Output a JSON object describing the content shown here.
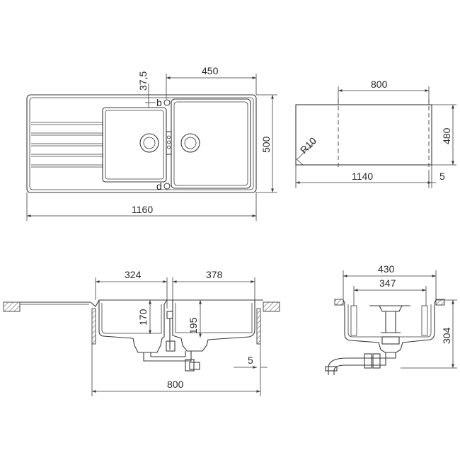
{
  "top_view": {
    "dim_450": "450",
    "dim_37_5": "37,5",
    "dim_500": "500",
    "dim_1160": "1160",
    "label_b": "b",
    "label_d": "d"
  },
  "cutout_view": {
    "dim_800": "800",
    "dim_480": "480",
    "dim_1140": "1140",
    "dim_5": "5",
    "radius_label": "R10"
  },
  "front_section": {
    "dim_324": "324",
    "dim_378": "378",
    "dim_170": "170",
    "dim_195": "195",
    "dim_5": "5",
    "dim_800": "800"
  },
  "side_section": {
    "dim_430": "430",
    "dim_347": "347",
    "dim_304": "304"
  }
}
